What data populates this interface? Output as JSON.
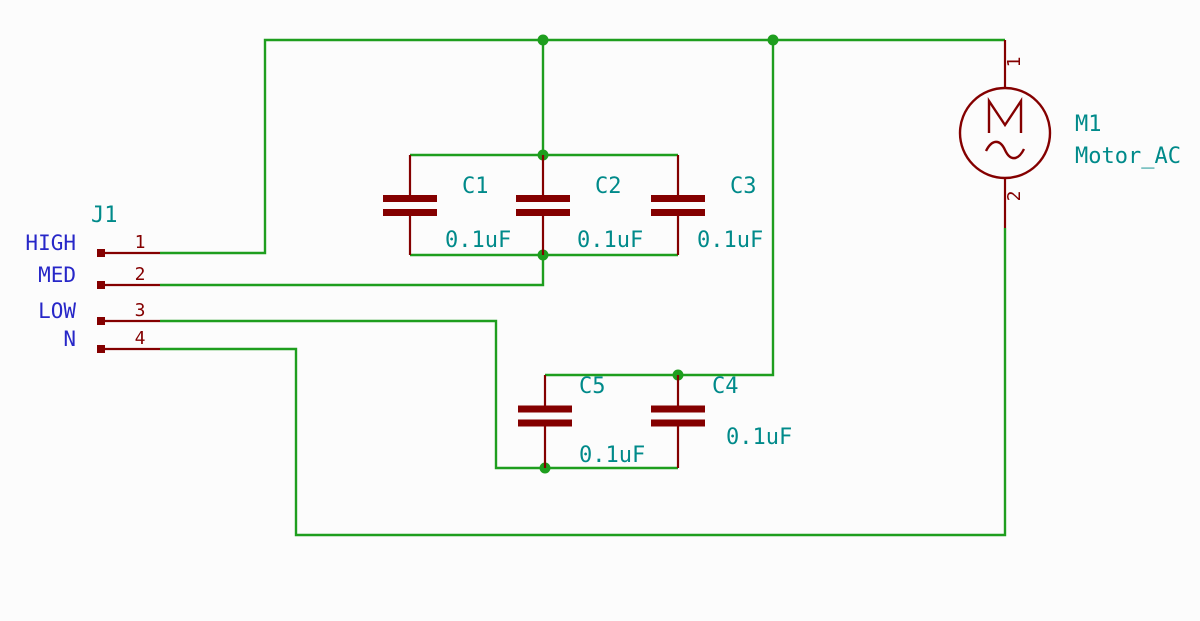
{
  "colors": {
    "background": "#fcfcfc",
    "wire": "#1e9e1e",
    "component": "#840000",
    "reference_text": "#008a8a",
    "net_label_text": "#2727c8",
    "pin_number_text": "#840000"
  },
  "connector": {
    "reference": "J1",
    "pins": [
      {
        "number": "1",
        "net": "HIGH"
      },
      {
        "number": "2",
        "net": "MED"
      },
      {
        "number": "3",
        "net": "LOW"
      },
      {
        "number": "4",
        "net": "N"
      }
    ]
  },
  "capacitors": [
    {
      "reference": "C1",
      "value": "0.1uF"
    },
    {
      "reference": "C2",
      "value": "0.1uF"
    },
    {
      "reference": "C3",
      "value": "0.1uF"
    },
    {
      "reference": "C5",
      "value": "0.1uF"
    },
    {
      "reference": "C4",
      "value": "0.1uF"
    }
  ],
  "motor": {
    "reference": "M1",
    "value": "Motor_AC",
    "pins": [
      {
        "number": "1"
      },
      {
        "number": "2"
      }
    ],
    "icons": {
      "motor_letter": "M",
      "ac_waveform": "~"
    }
  }
}
